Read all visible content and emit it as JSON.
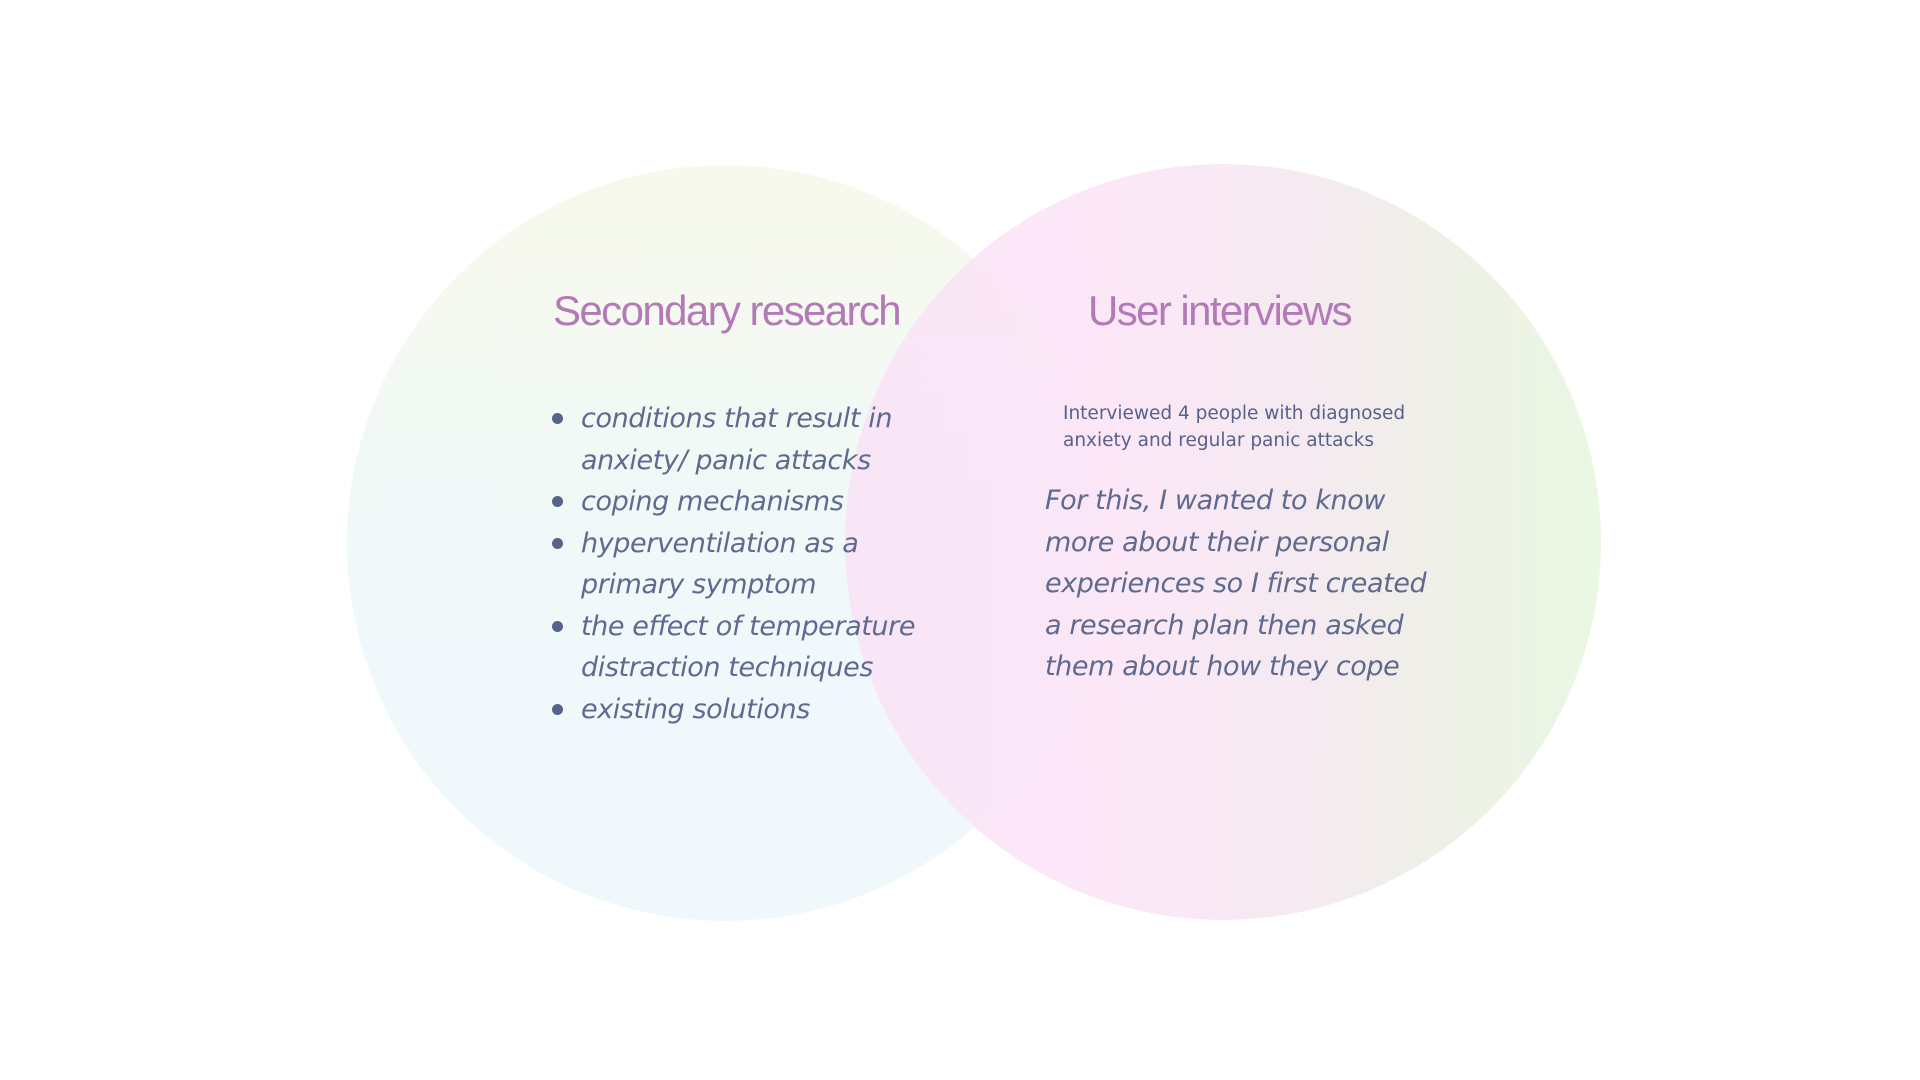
{
  "left": {
    "title": "Secondary research",
    "bullets": [
      {
        "lines": [
          "conditions that result in",
          "anxiety/ panic attacks"
        ]
      },
      {
        "lines": [
          "coping mechanisms"
        ]
      },
      {
        "lines": [
          "hyperventilation as a",
          "primary symptom"
        ]
      },
      {
        "lines": [
          "the effect of temperature",
          "distraction techniques"
        ]
      },
      {
        "lines": [
          "existing solutions"
        ]
      }
    ]
  },
  "right": {
    "title": "User interviews",
    "note_lines": [
      "Interviewed 4 people with diagnosed",
      "anxiety and regular panic attacks"
    ],
    "body_lines": [
      "For this, I wanted to know",
      "more about their personal",
      "experiences so I first created",
      "a research plan then asked",
      "them about how they cope"
    ]
  },
  "colors": {
    "heading": "#b37ab7",
    "text": "#5f6a8f",
    "left_circle_top": "#f7f8e9",
    "left_circle_bottom": "#eff7fc",
    "right_circle_left": "#fbe3f6",
    "right_circle_right": "#e5f7dd"
  }
}
